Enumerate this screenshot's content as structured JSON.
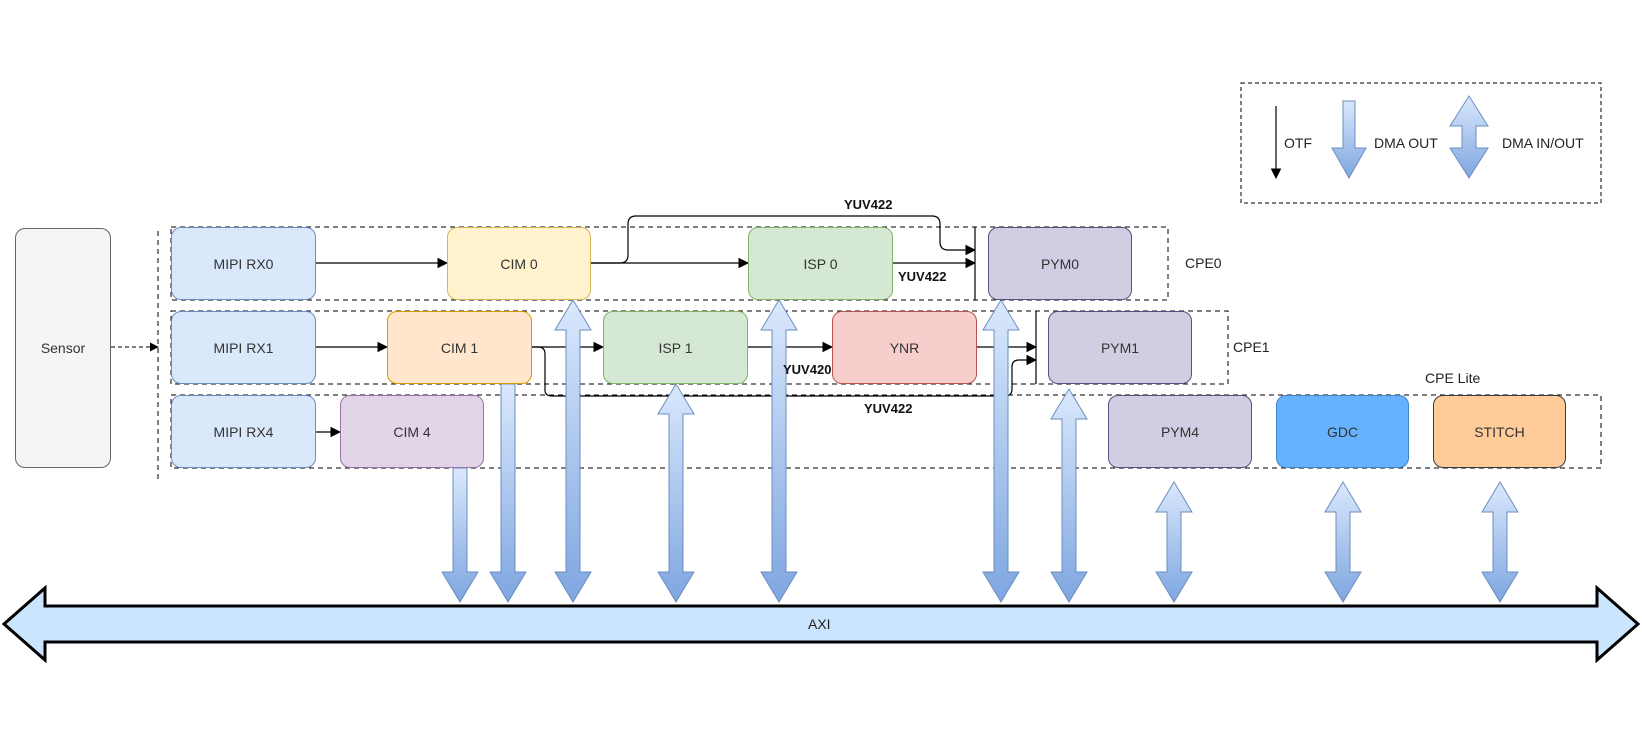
{
  "nodes": {
    "sensor": "Sensor",
    "mipi_rx0": "MIPI RX0",
    "mipi_rx1": "MIPI RX1",
    "mipi_rx4": "MIPI RX4",
    "cim0": "CIM 0",
    "cim1": "CIM 1",
    "cim4": "CIM 4",
    "isp0": "ISP 0",
    "isp1": "ISP 1",
    "ynr": "YNR",
    "pym0": "PYM0",
    "pym1": "PYM1",
    "pym4": "PYM4",
    "gdc": "GDC",
    "stitch": "STITCH"
  },
  "groups": {
    "cpe0": "CPE0",
    "cpe1": "CPE1",
    "cpe_lite": "CPE Lite"
  },
  "edge_labels": {
    "yuv422_top": "YUV422",
    "yuv422_isp0": "YUV422",
    "yuv420": "YUV420",
    "yuv422_bottom": "YUV422"
  },
  "bus": {
    "label": "AXI"
  },
  "legend": {
    "otf": "OTF",
    "dma_out": "DMA OUT",
    "dma_inout": "DMA IN/OUT"
  },
  "colors": {
    "mipi_fill": "#dae8fc",
    "mipi_stroke": "#6c8ebf",
    "cim0_fill": "#fff2cc",
    "cim0_stroke": "#d6b656",
    "cim1_fill": "#ffe6cc",
    "cim1_stroke": "#d79b00",
    "cim4_fill": "#e1d5e7",
    "cim4_stroke": "#9673a6",
    "isp_fill": "#d5e8d4",
    "isp_stroke": "#82b366",
    "ynr_fill": "#f8cecc",
    "ynr_stroke": "#b85450",
    "pym_fill": "#d0cee2",
    "pym_stroke": "#56517e",
    "gdc_fill": "#66b2ff",
    "gdc_stroke": "#3d85c6",
    "stitch_fill": "#ffcc99",
    "stitch_stroke": "#36393d",
    "sensor_fill": "#f5f5f5",
    "sensor_stroke": "#666666",
    "dma_arrow_light": "#dae8fc",
    "dma_arrow_dark": "#7ea6e0",
    "axi_fill": "#cce5ff"
  }
}
